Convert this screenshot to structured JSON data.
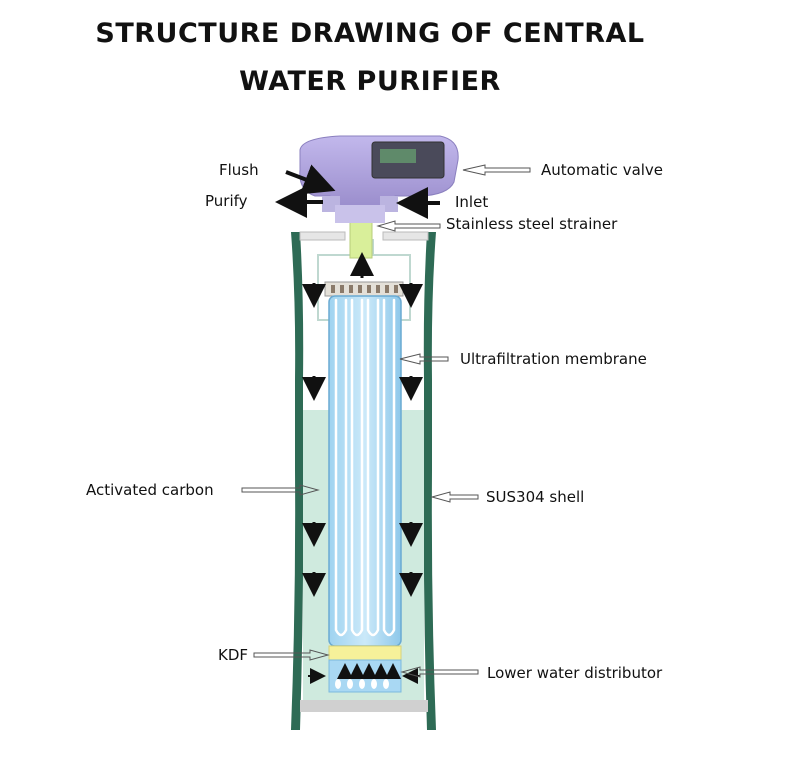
{
  "title": {
    "line1": "STRUCTURE DRAWING OF CENTRAL",
    "line2": "WATER PURIFIER"
  },
  "labels": {
    "flush": "Flush",
    "purify": "Purify",
    "automatic_valve": "Automatic valve",
    "inlet": "Inlet",
    "stainless_steel_strainer": "Stainless steel strainer",
    "ultrafiltration_membrane": "Ultrafiltration membrane",
    "activated_carbon": "Activated carbon",
    "sus304_shell": "SUS304 shell",
    "kdf": "KDF",
    "lower_water_distributor": "Lower water distributor"
  },
  "colors": {
    "shell_green": "#2e6b55",
    "carbon_fill": "#cfeade",
    "membrane_blue": "#8ec8ea",
    "valve_purple": "#a79bd6",
    "kdf_yellow": "#f6f19a",
    "distributor_blue": "#a9d8f3"
  }
}
